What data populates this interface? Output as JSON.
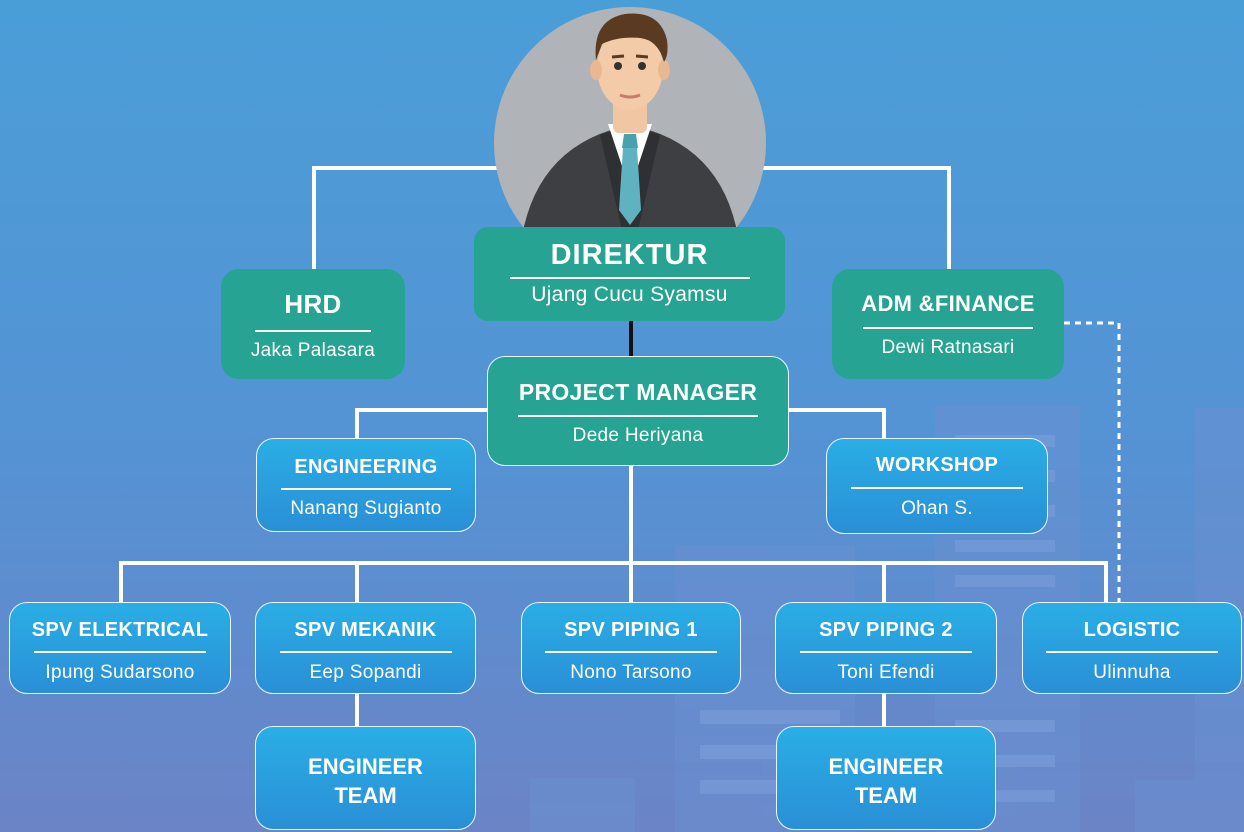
{
  "org": {
    "director": {
      "title": "DIREKTUR",
      "name": "Ujang Cucu Syamsu"
    },
    "hrd": {
      "title": "HRD",
      "name": "Jaka Palasara"
    },
    "adm_finance": {
      "title": "ADM &FINANCE",
      "name": "Dewi Ratnasari"
    },
    "project_manager": {
      "title": "PROJECT MANAGER",
      "name": "Dede Heriyana"
    },
    "engineering": {
      "title": "ENGINEERING",
      "name": "Nanang Sugianto"
    },
    "workshop": {
      "title": "WORKSHOP",
      "name": "Ohan S."
    },
    "spv_elektrical": {
      "title": "SPV ELEKTRICAL",
      "name": "Ipung Sudarsono"
    },
    "spv_mekanik": {
      "title": "SPV MEKANIK",
      "name": "Eep Sopandi"
    },
    "spv_piping1": {
      "title": "SPV PIPING 1",
      "name": "Nono Tarsono"
    },
    "spv_piping2": {
      "title": "SPV PIPING 2",
      "name": "Toni Efendi"
    },
    "logistic": {
      "title": "LOGISTIC",
      "name": "Ulinnuha"
    },
    "engineer_team_1": {
      "line1": "ENGINEER",
      "line2": "TEAM"
    },
    "engineer_team_2": {
      "line1": "ENGINEER",
      "line2": "TEAM"
    }
  },
  "colors": {
    "green_box": "#27a394",
    "blue_box": "#2a9fe0",
    "background": "#4a9ed8"
  }
}
